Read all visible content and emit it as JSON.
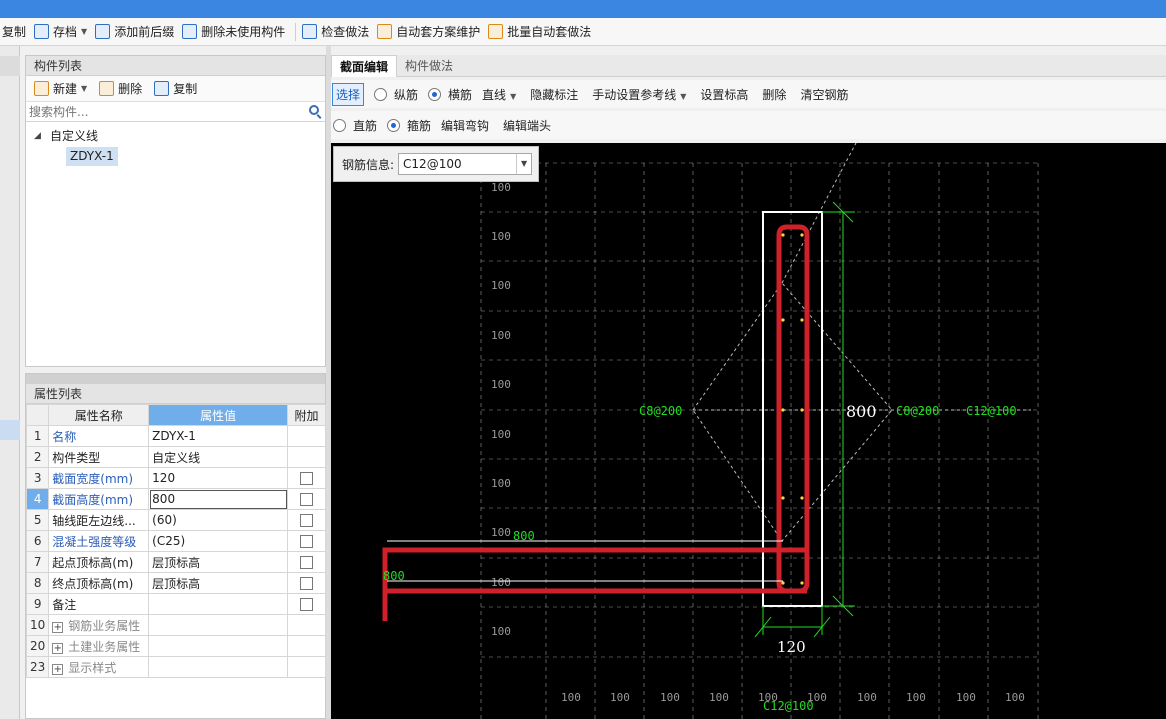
{
  "toolbar": {
    "items": [
      {
        "label": "复制",
        "icon": "copy-icon"
      },
      {
        "label": "存档",
        "icon": "save-icon",
        "dropdown": true
      },
      {
        "label": "添加前后缀",
        "icon": "add-affix-icon"
      },
      {
        "label": "删除未使用构件",
        "icon": "delete-unused-icon"
      },
      {
        "label": "检查做法",
        "icon": "check-icon"
      },
      {
        "label": "自动套方案维护",
        "icon": "scheme-icon"
      },
      {
        "label": "批量自动套做法",
        "icon": "batch-icon"
      }
    ]
  },
  "component_list": {
    "title": "构件列表",
    "actions": {
      "new": "新建",
      "delete": "删除",
      "copy": "复制"
    },
    "search_placeholder": "搜索构件...",
    "tree": {
      "group": "自定义线",
      "items": [
        "ZDYX-1"
      ]
    }
  },
  "property_list": {
    "title": "属性列表",
    "headers": {
      "name": "属性名称",
      "value": "属性值",
      "extra": "附加"
    },
    "rows": [
      {
        "num": "1",
        "name": "名称",
        "value": "ZDYX-1",
        "style": "blue",
        "check": false
      },
      {
        "num": "2",
        "name": "构件类型",
        "value": "自定义线",
        "style": "normal",
        "check": false
      },
      {
        "num": "3",
        "name": "截面宽度(mm)",
        "value": "120",
        "style": "blue",
        "check": true
      },
      {
        "num": "4",
        "name": "截面高度(mm)",
        "value": "800",
        "style": "blue",
        "check": true,
        "selected": true
      },
      {
        "num": "5",
        "name": "轴线距左边线...",
        "value": "(60)",
        "style": "normal",
        "check": true
      },
      {
        "num": "6",
        "name": "混凝土强度等级",
        "value": "(C25)",
        "style": "blue",
        "check": true
      },
      {
        "num": "7",
        "name": "起点顶标高(m)",
        "value": "层顶标高",
        "style": "normal",
        "check": true
      },
      {
        "num": "8",
        "name": "终点顶标高(m)",
        "value": "层顶标高",
        "style": "normal",
        "check": true
      },
      {
        "num": "9",
        "name": "备注",
        "value": "",
        "style": "normal",
        "check": true
      },
      {
        "num": "10",
        "name": "钢筋业务属性",
        "value": "",
        "style": "group",
        "check": false
      },
      {
        "num": "20",
        "name": "土建业务属性",
        "value": "",
        "style": "group",
        "check": false
      },
      {
        "num": "23",
        "name": "显示样式",
        "value": "",
        "style": "group",
        "check": false
      }
    ]
  },
  "editor": {
    "tabs": [
      "截面编辑",
      "构件做法"
    ],
    "row1": {
      "select": "选择",
      "radio_long": "纵筋",
      "radio_trans": "横筋",
      "links": [
        "直线",
        "隐藏标注",
        "手动设置参考线",
        "设置标高",
        "删除",
        "清空钢筋"
      ]
    },
    "row2": {
      "radio_straight": "直筋",
      "radio_stirrup": "箍筋",
      "links": [
        "编辑弯钩",
        "编辑端头"
      ]
    },
    "rebar_info_label": "钢筋信息:",
    "rebar_info_value": "C12@100"
  },
  "drawing": {
    "grid_label": "100",
    "dim_height": "800",
    "dim_width": "120",
    "left_label": "C8@200",
    "right_label_1": "C8@200",
    "right_label_2": "C12@100",
    "bottom_label": "C12@100",
    "horiz_dim_1": "800",
    "horiz_dim_2": "800",
    "colors": {
      "rebar": "#d0202a",
      "dim": "#22dd22",
      "outline": "#ffffff",
      "grid": "#9a9a9a"
    }
  }
}
